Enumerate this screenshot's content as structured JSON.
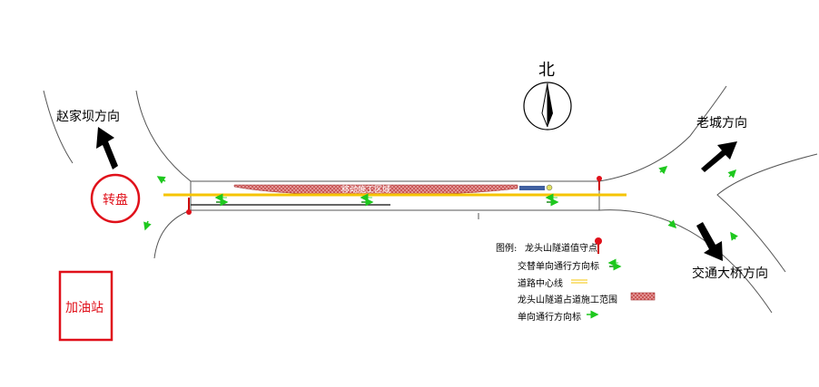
{
  "labels": {
    "north": "北",
    "zhaojiaba": "赵家坝方向",
    "laocheng": "老城方向",
    "jiaotong_bridge": "交通大桥方向",
    "roundabout": "转盘",
    "gas_station": "加油站",
    "work_zone": "移动施工区域"
  },
  "legend": {
    "title": "图例:",
    "items": [
      {
        "label": "龙头山隧道值守点",
        "icon": "red-pin-icon"
      },
      {
        "label": "交替单向通行方向标",
        "icon": "alternating-arrows-icon"
      },
      {
        "label": "道路中心线",
        "icon": "yellow-centerline-icon"
      },
      {
        "label": "龙头山隧道占道施工范围",
        "icon": "hatched-zone-icon"
      },
      {
        "label": "单向通行方向标",
        "icon": "green-arrow-icon"
      }
    ]
  },
  "colors": {
    "red": "#e0101a",
    "yellow": "#f5c400",
    "green": "#1ec81e",
    "zone": "#c84848"
  }
}
